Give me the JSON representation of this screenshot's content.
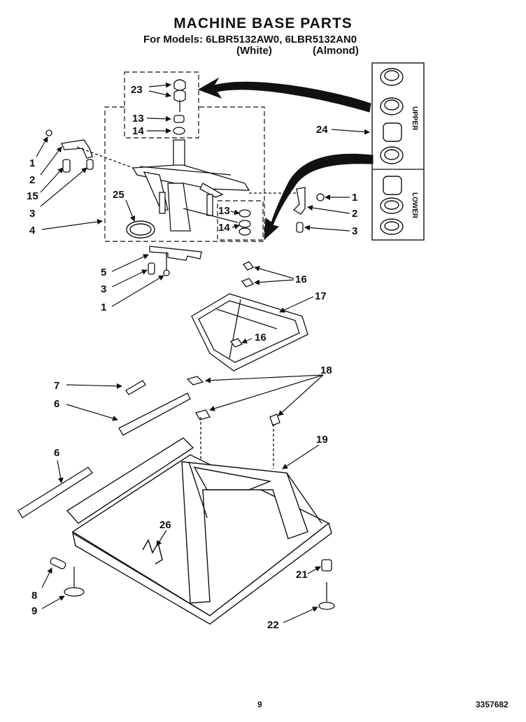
{
  "header": {
    "title": "MACHINE BASE PARTS",
    "models_line": "For Models: 6LBR5132AW0, 6LBR5132AN0",
    "variant_white": "(White)",
    "variant_almond": "(Almond)"
  },
  "kit_box": {
    "upper_label": "UPPER",
    "lower_label": "LOWER"
  },
  "callouts": {
    "c23": "23",
    "c13a": "13",
    "c14a": "14",
    "c24": "24",
    "c1a": "1",
    "c2a": "2",
    "c15": "15",
    "c3a": "3",
    "c25": "25",
    "c4": "4",
    "c1b": "1",
    "c2b": "2",
    "c3b": "3",
    "c13b": "13",
    "c14b": "14",
    "c5": "5",
    "c3c": "3",
    "c1c": "1",
    "c16a": "16",
    "c17": "17",
    "c16b": "16",
    "c7": "7",
    "c6a": "6",
    "c18": "18",
    "c6b": "6",
    "c19": "19",
    "c26": "26",
    "c8": "8",
    "c9": "9",
    "c21": "21",
    "c22": "22"
  },
  "footer": {
    "page_number": "9",
    "document_number": "3357682"
  }
}
